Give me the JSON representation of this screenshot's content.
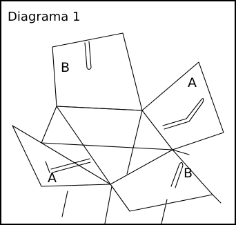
{
  "diagram": {
    "title": "Diagrama 1",
    "labels": {
      "flap_back": "B",
      "flap_right": "A",
      "flap_left": "A",
      "flap_front": "B"
    }
  }
}
